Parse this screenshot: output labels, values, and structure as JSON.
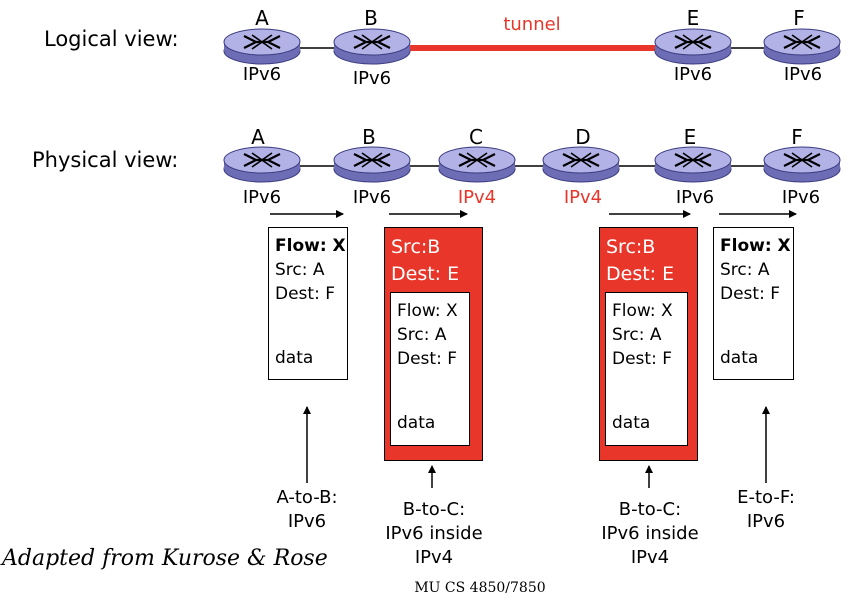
{
  "logical": {
    "title": "Logical view:",
    "tunnel_label": "tunnel",
    "nodes": [
      {
        "letter": "A",
        "proto": "IPv6"
      },
      {
        "letter": "B",
        "proto": "IPv6"
      },
      {
        "letter": "E",
        "proto": "IPv6"
      },
      {
        "letter": "F",
        "proto": "IPv6"
      }
    ]
  },
  "physical": {
    "title": "Physical view:",
    "nodes": [
      {
        "letter": "A",
        "proto": "IPv6"
      },
      {
        "letter": "B",
        "proto": "IPv6"
      },
      {
        "letter": "C",
        "proto": "IPv4"
      },
      {
        "letter": "D",
        "proto": "IPv4"
      },
      {
        "letter": "E",
        "proto": "IPv6"
      },
      {
        "letter": "F",
        "proto": "IPv6"
      }
    ]
  },
  "packets": {
    "ab": {
      "flow": "Flow: X",
      "src": "Src: A",
      "dest": "Dest: F",
      "data": "data"
    },
    "bc": {
      "outer_src": "Src:B",
      "outer_dest": "Dest: E",
      "flow": "Flow: X",
      "src": "Src: A",
      "dest": "Dest: F",
      "data": "data"
    },
    "de": {
      "outer_src": "Src:B",
      "outer_dest": "Dest: E",
      "flow": "Flow: X",
      "src": "Src: A",
      "dest": "Dest: F",
      "data": "data"
    },
    "ef": {
      "flow": "Flow: X",
      "src": "Src: A",
      "dest": "Dest: F",
      "data": "data"
    }
  },
  "captions": {
    "ab": [
      "A-to-B:",
      "IPv6"
    ],
    "bc": [
      "B-to-C:",
      "IPv6 inside",
      "IPv4"
    ],
    "de": [
      "B-to-C:",
      "IPv6 inside",
      "IPv4"
    ],
    "ef": [
      "E-to-F:",
      "IPv6"
    ]
  },
  "credit": "Adapted from Kurose & Rose",
  "footer": "MU CS 4850/7850",
  "colors": {
    "router": "#9b9bd9",
    "tunnel": "#e8362a",
    "encap": "#e8362a"
  }
}
